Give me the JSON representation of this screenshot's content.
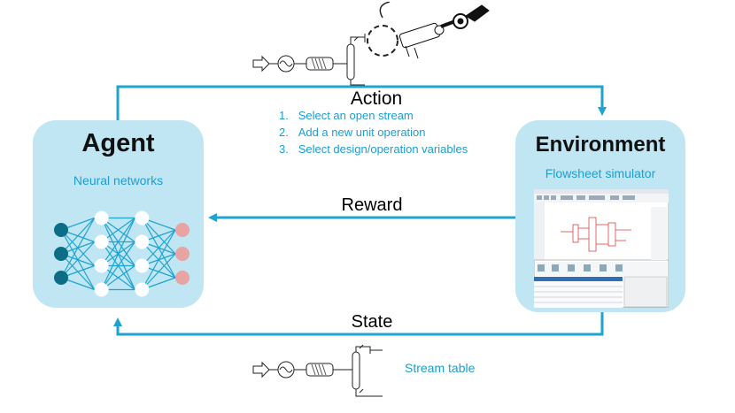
{
  "agent": {
    "title": "Agent",
    "subtitle": "Neural networks"
  },
  "environment": {
    "title": "Environment",
    "subtitle": "Flowsheet simulator"
  },
  "edges": {
    "action": "Action",
    "reward": "Reward",
    "state": "State"
  },
  "action_steps": [
    {
      "num": "1.",
      "text": "Select an open stream"
    },
    {
      "num": "2.",
      "text": "Add a new unit operation"
    },
    {
      "num": "3.",
      "text": "Select design/operation variables"
    }
  ],
  "state_caption": "Stream table",
  "colors": {
    "arrow": "#1fa3cf",
    "box": "#bfe6f2",
    "input_node": "#0c6e86",
    "hidden_node": "#ffffff",
    "output_node": "#e8a3a3",
    "accent_text": "#1a9fd0"
  },
  "neural_network": {
    "layers": [
      3,
      4,
      4,
      3
    ]
  }
}
